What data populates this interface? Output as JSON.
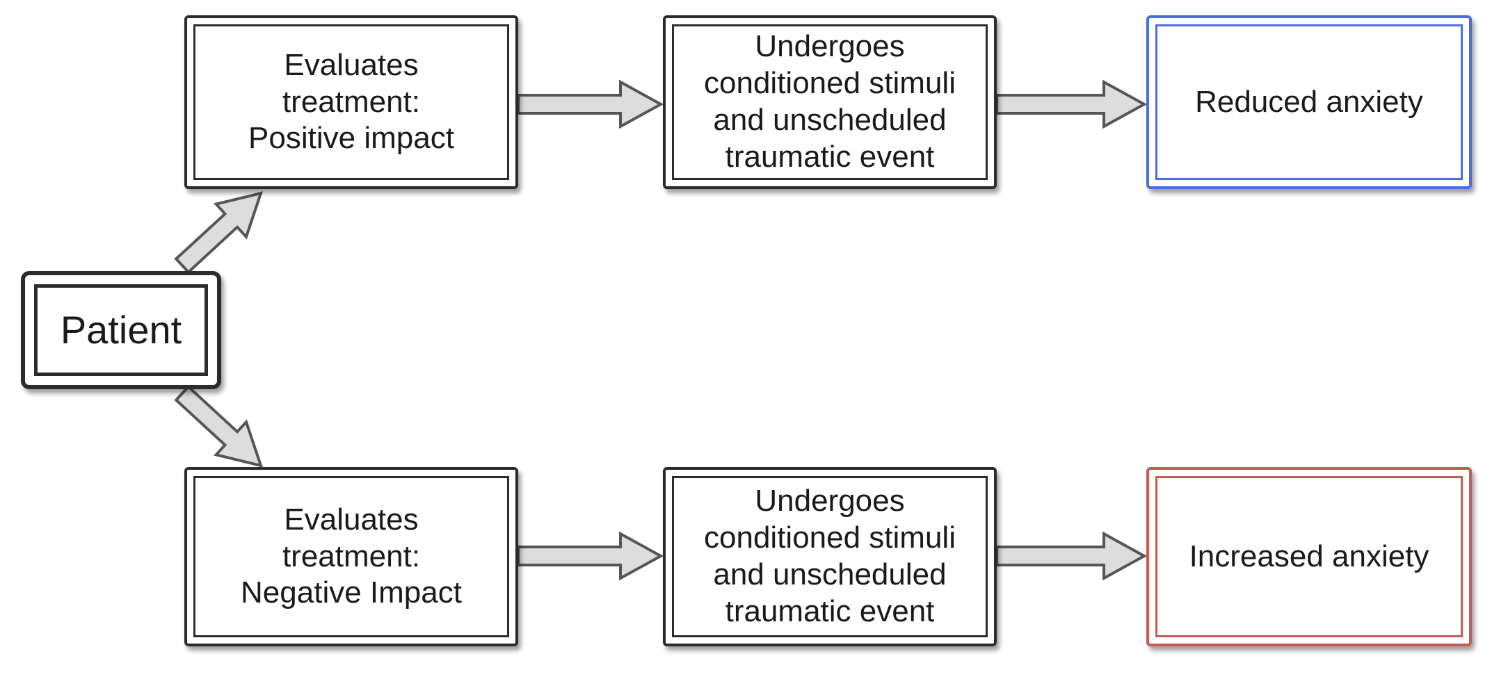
{
  "diagram": {
    "nodes": {
      "patient": "Patient",
      "evaluates_positive": "Evaluates\ntreatment:\nPositive impact",
      "evaluates_negative": "Evaluates\ntreatment:\nNegative Impact",
      "undergoes_top": "Undergoes\nconditioned stimuli\nand unscheduled\ntraumatic event",
      "undergoes_bottom": "Undergoes\nconditioned stimuli\nand unscheduled\ntraumatic event",
      "reduced_anxiety": "Reduced anxiety",
      "increased_anxiety": "Increased anxiety"
    },
    "edges": [
      {
        "from": "patient",
        "to": "evaluates_positive"
      },
      {
        "from": "patient",
        "to": "evaluates_negative"
      },
      {
        "from": "evaluates_positive",
        "to": "undergoes_top"
      },
      {
        "from": "undergoes_top",
        "to": "reduced_anxiety"
      },
      {
        "from": "evaluates_negative",
        "to": "undergoes_bottom"
      },
      {
        "from": "undergoes_bottom",
        "to": "increased_anxiety"
      }
    ],
    "colors": {
      "border": "#2b2b2b",
      "reduced_outline": "#4a6fd8",
      "increased_outline": "#c85a54",
      "arrow_fill": "#dddddd",
      "arrow_stroke": "#555555"
    }
  }
}
